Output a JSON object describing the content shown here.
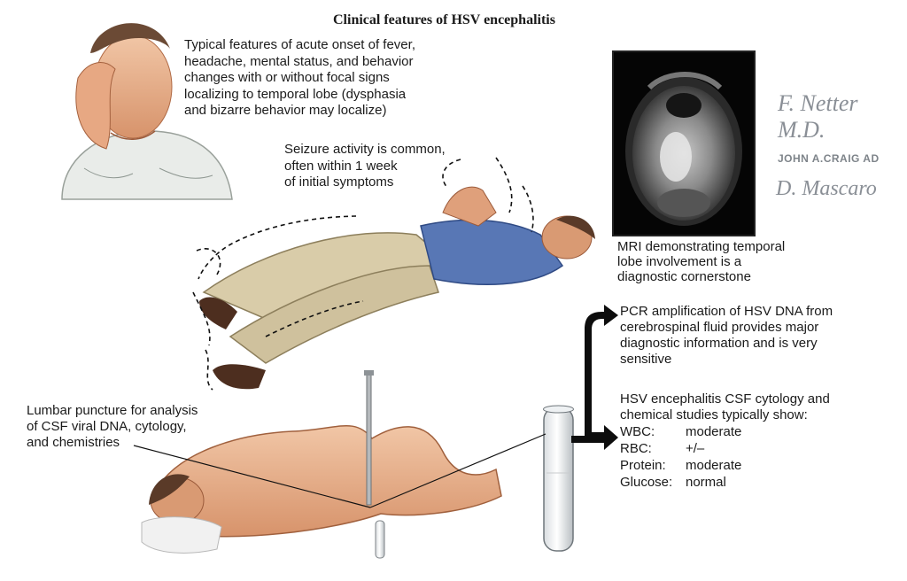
{
  "title": "Clinical features of HSV encephalitis",
  "features_text": [
    "Typical features of acute onset of fever,",
    "headache, mental status, and behavior",
    "changes with or without focal signs",
    "localizing to temporal lobe (dysphasia",
    "and bizarre behavior may localize)"
  ],
  "seizure_text": [
    "Seizure activity is common,",
    "often within 1 week",
    "of initial symptoms"
  ],
  "mri_text": [
    "MRI demonstrating temporal",
    "lobe involvement is a",
    "diagnostic cornerstone"
  ],
  "pcr_text": [
    "PCR amplification of HSV DNA from",
    "cerebrospinal fluid provides major",
    "diagnostic information and is very",
    "sensitive"
  ],
  "csf_text": [
    "HSV encephalitis CSF cytology and",
    "chemical studies typically show:"
  ],
  "csf_values": [
    {
      "label": "WBC:",
      "value": "moderate"
    },
    {
      "label": "RBC:",
      "value": "+/–"
    },
    {
      "label": "Protein:",
      "value": "moderate"
    },
    {
      "label": "Glucose:",
      "value": "normal"
    }
  ],
  "lumbar_text": [
    "Lumbar puncture for analysis",
    "of CSF viral DNA, cytology,",
    "and chemistries"
  ],
  "signatures": {
    "netter": "F. Netter M.D.",
    "craig": "JOHN A.CRAIG AD",
    "mascaro": "D. Mascaro"
  }
}
